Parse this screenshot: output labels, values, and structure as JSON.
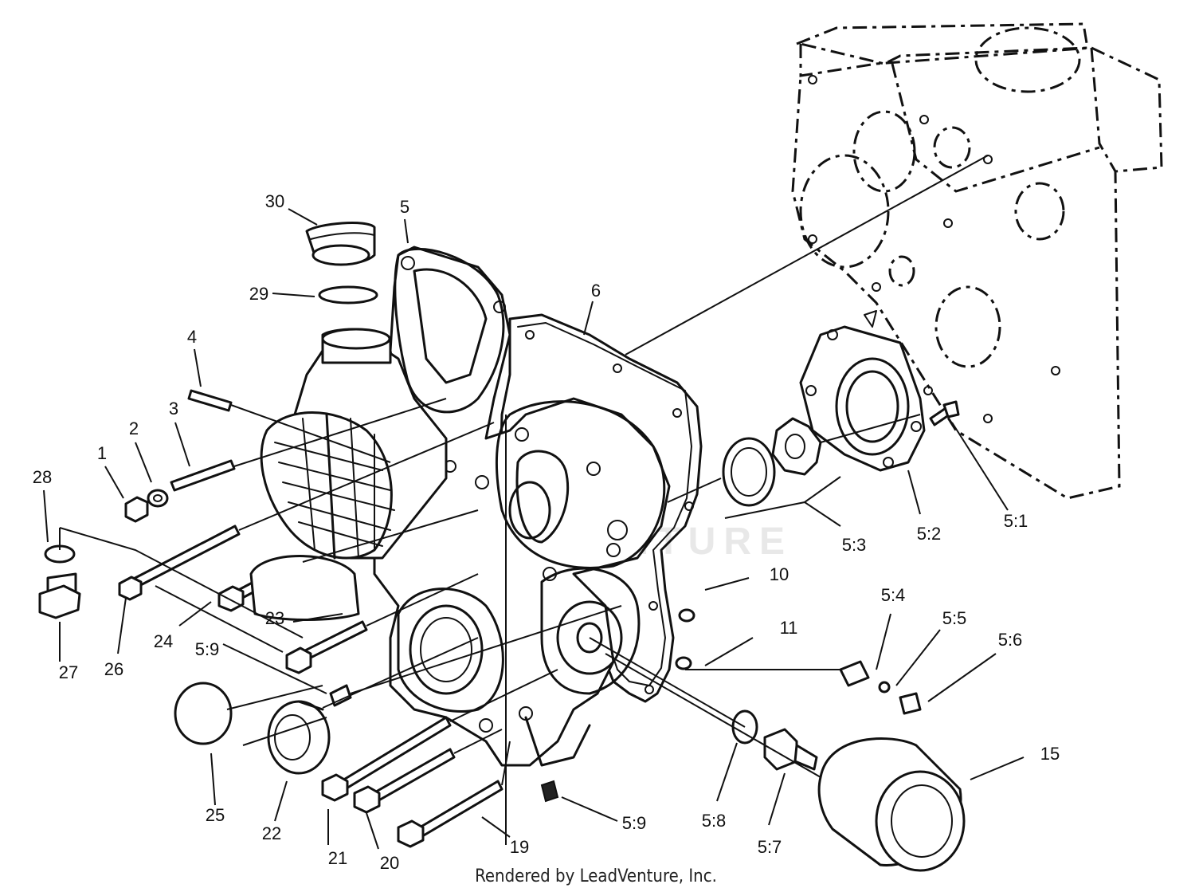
{
  "watermark": "LEADVENTURE",
  "credit": "Rendered by LeadVenture, Inc.",
  "callouts": [
    {
      "id": "1",
      "label": "1"
    },
    {
      "id": "2",
      "label": "2"
    },
    {
      "id": "3",
      "label": "3"
    },
    {
      "id": "4",
      "label": "4"
    },
    {
      "id": "5",
      "label": "5"
    },
    {
      "id": "6",
      "label": "6"
    },
    {
      "id": "10",
      "label": "10"
    },
    {
      "id": "11",
      "label": "11"
    },
    {
      "id": "15",
      "label": "15"
    },
    {
      "id": "19",
      "label": "19"
    },
    {
      "id": "20",
      "label": "20"
    },
    {
      "id": "21",
      "label": "21"
    },
    {
      "id": "22",
      "label": "22"
    },
    {
      "id": "23",
      "label": "23"
    },
    {
      "id": "24",
      "label": "24"
    },
    {
      "id": "25",
      "label": "25"
    },
    {
      "id": "26",
      "label": "26"
    },
    {
      "id": "27",
      "label": "27"
    },
    {
      "id": "28",
      "label": "28"
    },
    {
      "id": "29",
      "label": "29"
    },
    {
      "id": "30",
      "label": "30"
    },
    {
      "id": "5-1",
      "label": "5:1"
    },
    {
      "id": "5-2",
      "label": "5:2"
    },
    {
      "id": "5-3",
      "label": "5:3"
    },
    {
      "id": "5-4",
      "label": "5:4"
    },
    {
      "id": "5-5",
      "label": "5:5"
    },
    {
      "id": "5-6",
      "label": "5:6"
    },
    {
      "id": "5-7",
      "label": "5:7"
    },
    {
      "id": "5-8",
      "label": "5:8"
    },
    {
      "id": "5-9a",
      "label": "5:9"
    },
    {
      "id": "5-9b",
      "label": "5:9"
    }
  ]
}
